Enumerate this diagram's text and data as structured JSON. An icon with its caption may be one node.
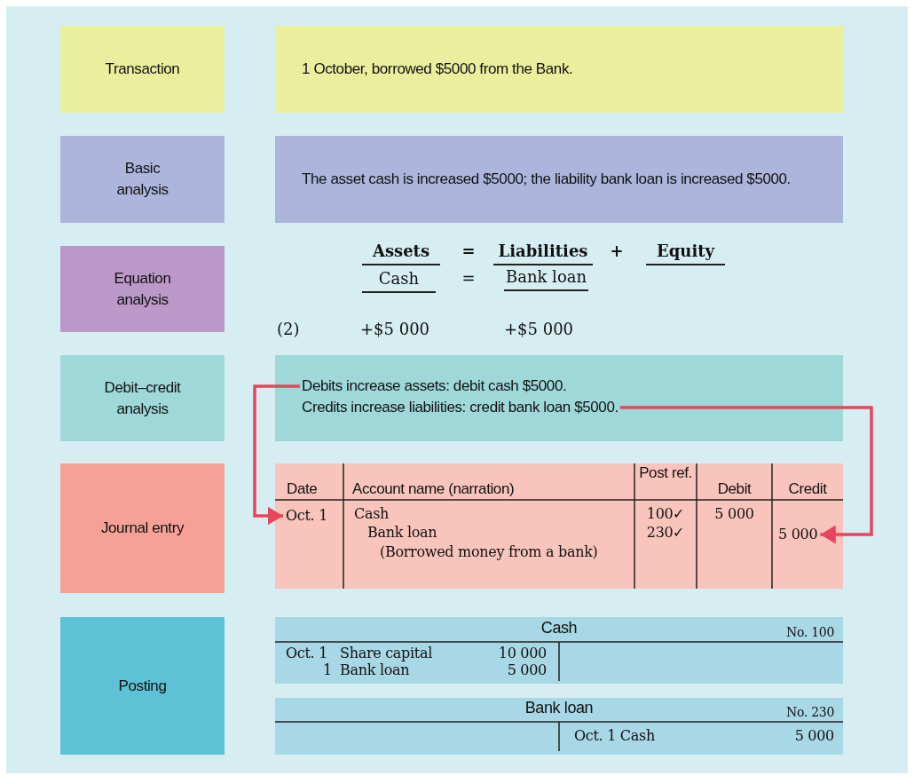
{
  "diagram": {
    "nodes": [
      {
        "text": [
          "Transaction"
        ]
      },
      {
        "text": [
          "1 October, borrowed $5000 from the Bank."
        ]
      },
      {
        "text": [
          "Basic analysis"
        ]
      },
      {
        "text": [
          "The asset cash is increased $5000; the liability bank loan is increased $5000."
        ]
      },
      {
        "text": [
          "Equation analysis"
        ]
      },
      {
        "text": [
          "Debit–credit analysis"
        ]
      },
      {
        "text": [],
        "shape": "box"
      },
      {
        "text": [
          "Debits increase assets: debit cash $5000."
        ],
        "in": 6
      },
      {
        "text": [
          "Credits increase liabilities: credit bank loan $5000."
        ],
        "in": 6
      },
      {
        "text": [
          "Journal entry"
        ]
      },
      {
        "text": [],
        "shape": "box"
      },
      {
        "text": [
          "Oct. 1"
        ],
        "in": 10
      },
      {
        "text": [
          "5 000"
        ],
        "in": 10
      },
      {
        "text": [
          "Posting"
        ]
      }
    ],
    "edges": [
      {
        "from": 7,
        "to": 11,
        "arrow": "to"
      },
      {
        "from": 8,
        "to": 12,
        "arrow": "to"
      }
    ],
    "labels": [
      "Assets",
      "=",
      "Liabilities",
      "+",
      "Equity",
      "Cash",
      "=",
      "Bank loan",
      "(2)",
      "+$5 000",
      "+$5 000",
      "Date",
      "Account name (narration)",
      "Post ref.",
      "Debit",
      "Credit",
      "Cash",
      "Bank loan",
      "(Borrowed money from a bank)",
      "100✓",
      "230✓",
      "5 000",
      "Cash",
      "No. 100",
      "Oct. 1",
      "Share capital",
      "10 000",
      "1",
      "Bank loan",
      "5 000",
      "Bank loan",
      "No. 230",
      "Oct. 1 Cash",
      "5 000"
    ]
  }
}
